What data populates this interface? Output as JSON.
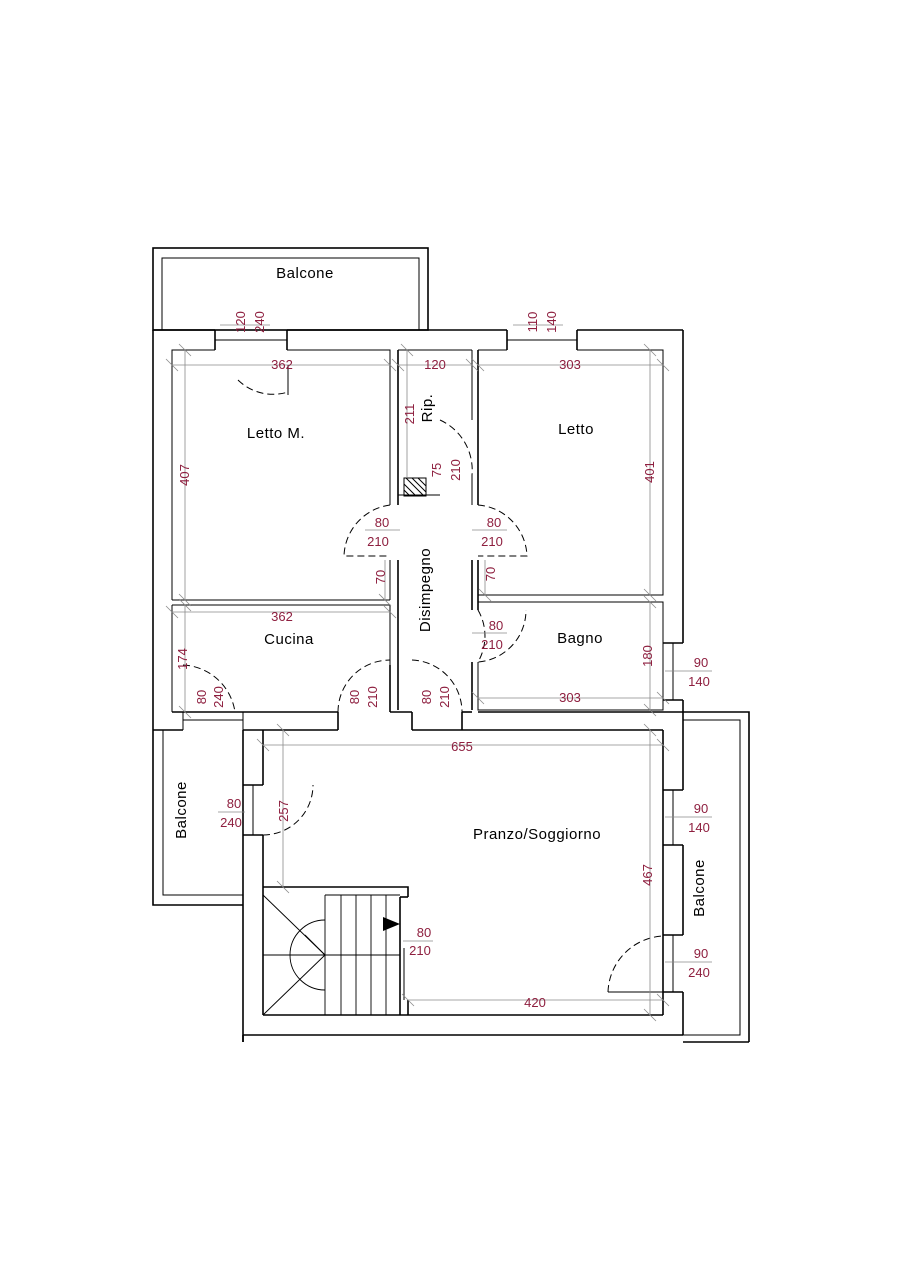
{
  "rooms": {
    "balcone_top": "Balcone",
    "letto_m": "Letto M.",
    "rip": "Rip.",
    "letto": "Letto",
    "disimpegno": "Disimpegno",
    "cucina": "Cucina",
    "bagno": "Bagno",
    "balcone_left": "Balcone",
    "pranzo": "Pranzo/Soggiorno",
    "balcone_right": "Balcone"
  },
  "dims": {
    "balc_top_win_w": "120",
    "balc_top_win_h": "240",
    "letto_win_w": "110",
    "letto_win_h": "140",
    "letto_m_width": "362",
    "rip_width": "120",
    "letto_width": "303",
    "letto_m_height": "407",
    "rip_height": "211",
    "rip_door_w": "75",
    "rip_door_h": "210",
    "letto_height": "401",
    "door_lm_w": "80",
    "door_lm_h": "210",
    "door_l_w": "80",
    "door_l_h": "210",
    "dis_left_70": "70",
    "dis_right_70": "70",
    "cucina_width": "362",
    "bagno_door_w": "80",
    "bagno_door_h": "210",
    "bagno_height": "180",
    "bagno_win_w": "90",
    "bagno_win_h": "140",
    "cucina_height": "174",
    "cucina_win_w": "80",
    "cucina_win_h": "240",
    "door_cu_w": "80",
    "door_cu_h": "210",
    "door_ps_w": "80",
    "door_ps_h": "210",
    "bagno_width": "303",
    "pranzo_width": "655",
    "pranzo_left_win_w": "80",
    "pranzo_left_win_h": "240",
    "pranzo_left_257": "257",
    "pranzo_right_win_w": "90",
    "pranzo_right_win_h": "140",
    "pranzo_height": "467",
    "entry_door_w": "80",
    "entry_door_h": "210",
    "pranzo_bal_win_w": "90",
    "pranzo_bal_win_h": "240",
    "pranzo_bottom_width": "420"
  }
}
